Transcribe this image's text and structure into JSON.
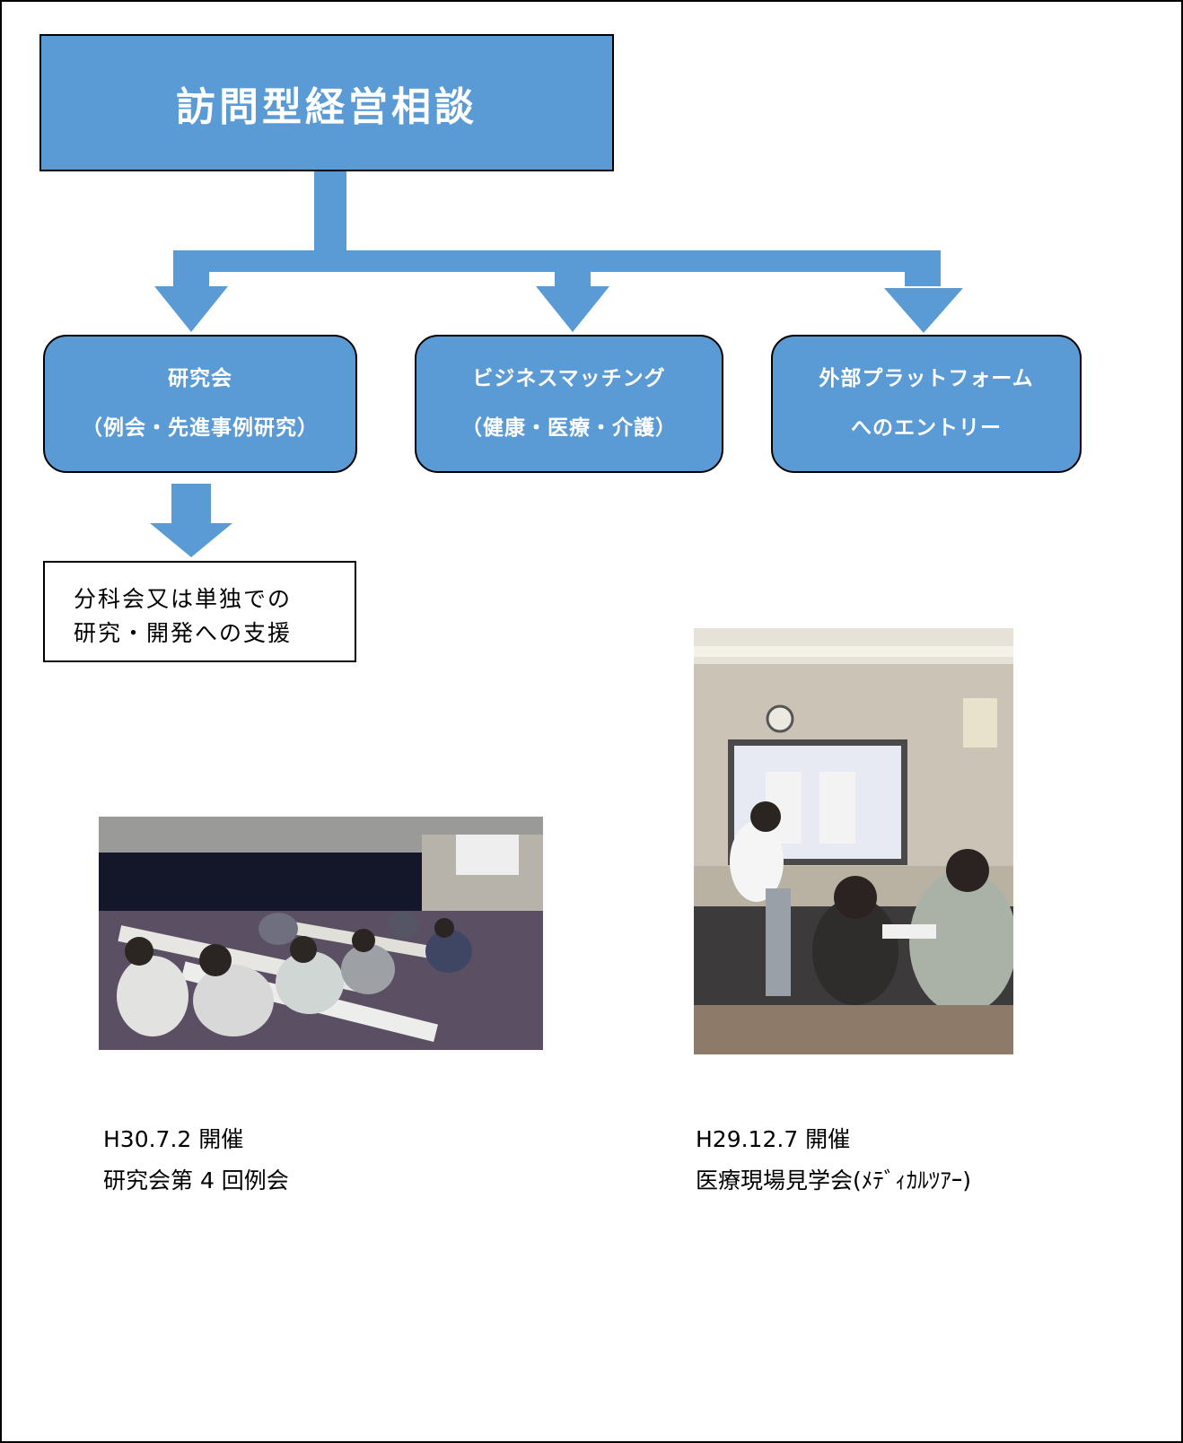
{
  "colors": {
    "accent": "#5B9BD5",
    "border": "#000000"
  },
  "diagram": {
    "top_node": "訪問型経営相談",
    "children": [
      {
        "line1": "研究会",
        "line2": "（例会・先進事例研究）"
      },
      {
        "line1": "ビジネスマッチング",
        "line2": "（健康・医療・介護）"
      },
      {
        "line1": "外部プラットフォーム",
        "line2": "へのエントリー"
      }
    ],
    "sub_node": {
      "line1": "分科会又は単独での",
      "line2": "研究・開発への支援"
    }
  },
  "photos": [
    {
      "alt": "研究会例会の会場写真",
      "caption_line1": "H30.7.2 開催",
      "caption_line2": "研究会第 4 回例会"
    },
    {
      "alt": "医療現場見学会の写真",
      "caption_line1": "H29.12.7 開催",
      "caption_line2": "医療現場見学会(ﾒﾃﾞｨｶﾙﾂｱｰ)"
    }
  ]
}
